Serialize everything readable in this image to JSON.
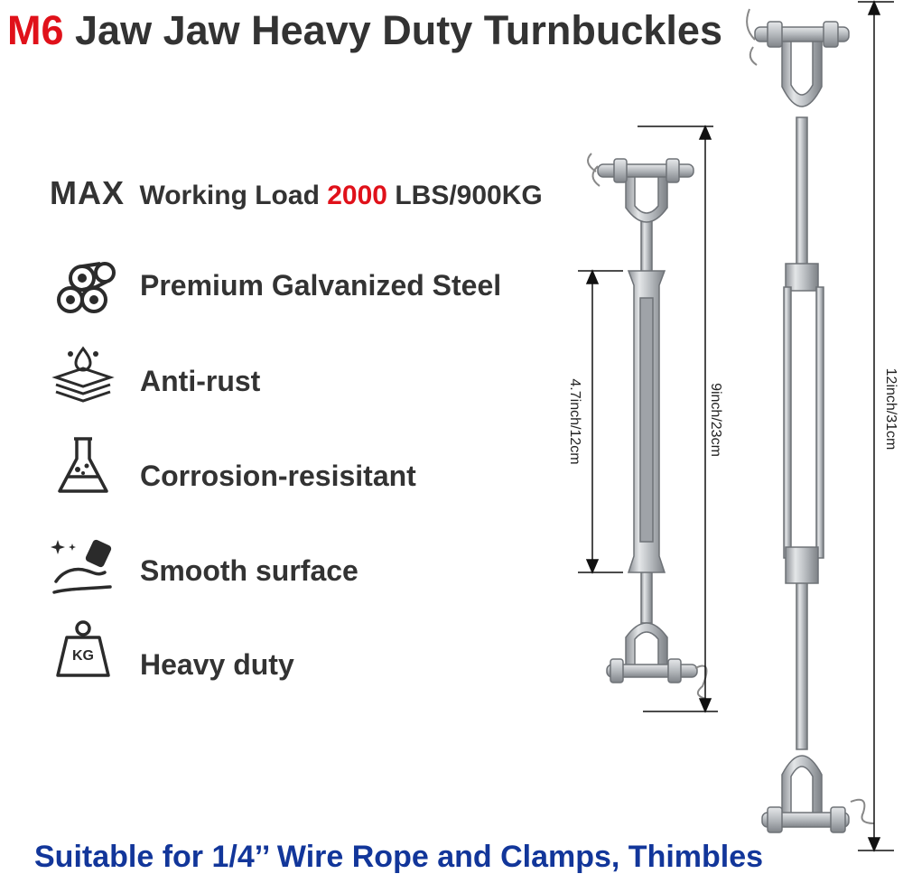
{
  "title": {
    "size": "M6",
    "name": "Jaw Jaw Heavy Duty Turnbuckles"
  },
  "load": {
    "max": "MAX",
    "prefix": "Working Load",
    "value": "2000",
    "suffix": "LBS/900KG"
  },
  "features": [
    {
      "icon": "steel-pipes-icon",
      "label": "Premium Galvanized Steel"
    },
    {
      "icon": "water-resistant-layers-icon",
      "label": "Anti-rust"
    },
    {
      "icon": "chemical-flask-icon",
      "label": "Corrosion-resisitant"
    },
    {
      "icon": "smooth-surface-hand-icon",
      "label": "Smooth surface"
    },
    {
      "icon": "kg-weight-icon",
      "label": "Heavy duty"
    }
  ],
  "weight_icon_text": "KG",
  "dimensions": {
    "body_length": "4.7inch/12cm",
    "small_length": "9inch/23cm",
    "large_length": "12inch/31cm"
  },
  "footer": "Suitable for 1/4’’ Wire Rope and Clamps, Thimbles",
  "colors": {
    "accent_red": "#e0111a",
    "footer_blue": "#12369a",
    "text_dark": "#333333",
    "metal": "#c9ccd0"
  }
}
